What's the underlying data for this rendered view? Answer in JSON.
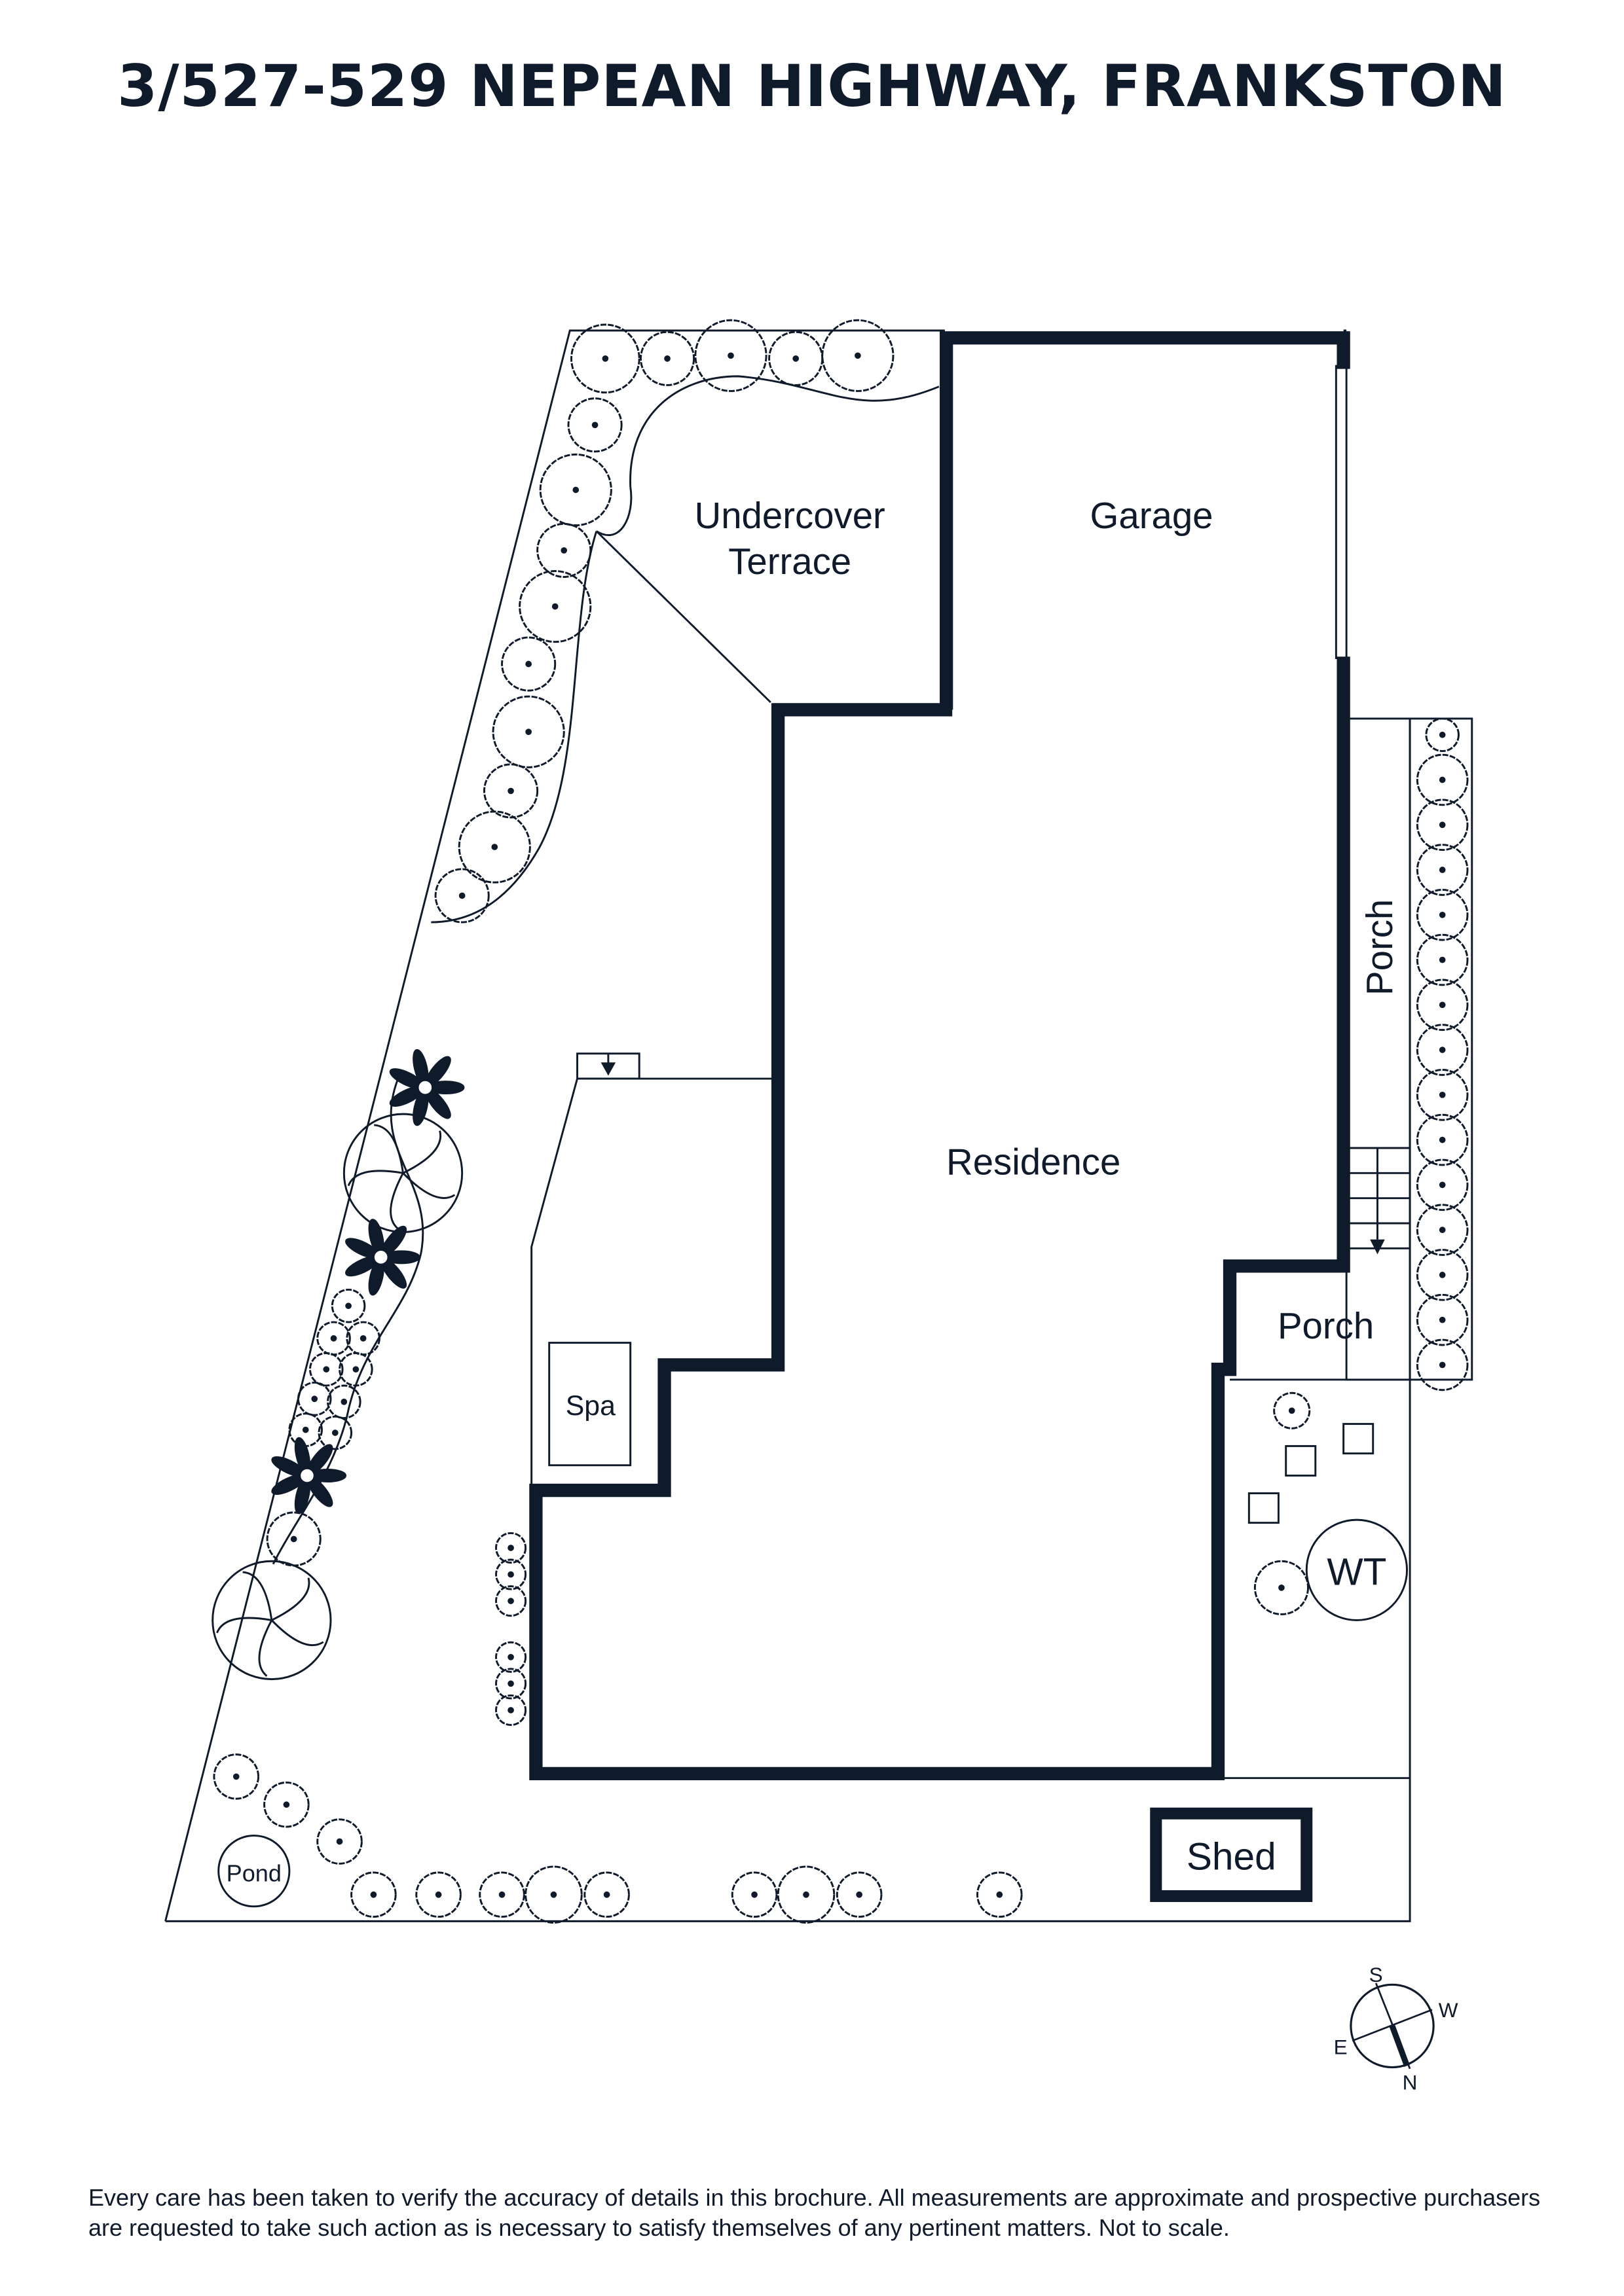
{
  "title": "3/527-529 NEPEAN HIGHWAY, FRANKSTON",
  "rooms": {
    "terrace_line1": "Undercover",
    "terrace_line2": "Terrace",
    "garage": "Garage",
    "residence": "Residence",
    "porch_side": "Porch",
    "porch_front": "Porch",
    "spa": "Spa",
    "water_tank": "WT",
    "pond": "Pond",
    "shed": "Shed"
  },
  "compass": {
    "s": "S",
    "w": "W",
    "e": "E",
    "n": "N"
  },
  "disclaimer": "Every care has been taken to verify the accuracy of details in this brochure. All measurements are approximate and prospective purchasers are requested to take such action as is necessary to satisfy themselves of any pertinent matters. Not to scale.",
  "colors": {
    "ink": "#0f1a2b"
  }
}
